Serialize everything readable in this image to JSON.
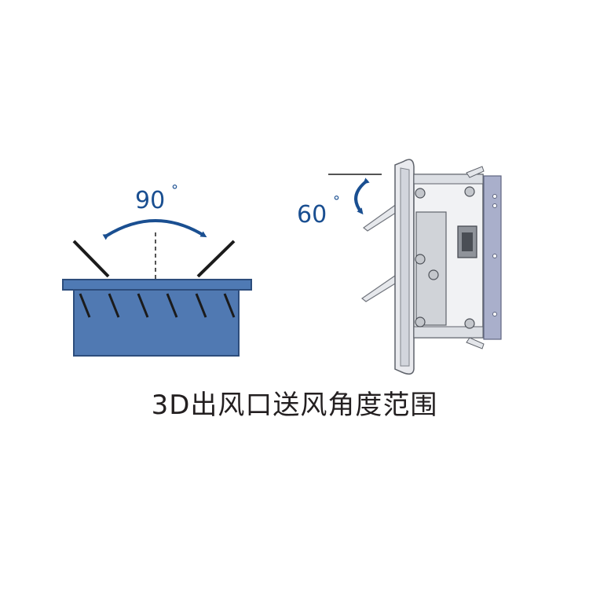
{
  "left_diagram": {
    "angle_value": "90",
    "degree_symbol": "°",
    "colors": {
      "box_fill": "#4f7ab4",
      "box_stroke": "#2d4d7c",
      "arrow": "#1a4f91",
      "louver": "#1b1b1b"
    }
  },
  "right_diagram": {
    "angle_value": "60",
    "degree_symbol": "°",
    "colors": {
      "arrow": "#1a4f91",
      "panel": "#c9ccd4",
      "side_plate": "#a7adc9"
    }
  },
  "caption": "3D出风口送风角度范围"
}
